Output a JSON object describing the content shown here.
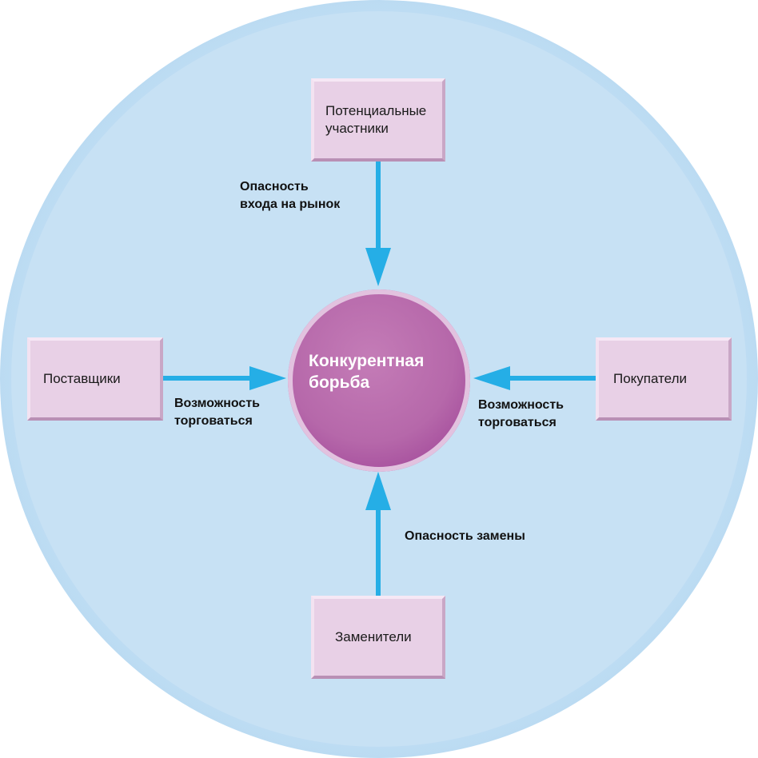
{
  "center": {
    "label_line1": "Конкурентная",
    "label_line2": "борьба"
  },
  "forces": {
    "top": {
      "line1": "Потенциальные",
      "line2": "участники"
    },
    "left": {
      "label": "Поставщики"
    },
    "right": {
      "label": "Покупатели"
    },
    "bottom": {
      "label": "Заменители"
    }
  },
  "arrow_labels": {
    "top": {
      "line1": "Опасность",
      "line2": "входа на рынок"
    },
    "left": {
      "line1": "Возможность",
      "line2": "торговаться"
    },
    "right": {
      "line1": "Возможность",
      "line2": "торговаться"
    },
    "bottom": {
      "line1": "Опасность замены"
    }
  },
  "colors": {
    "arrow": "#25aee6",
    "outer_ring": "#0e97da",
    "background_fill": "#c7e1f4",
    "box_fill": "#e8d0e6",
    "center_fill": "#b668aa"
  }
}
